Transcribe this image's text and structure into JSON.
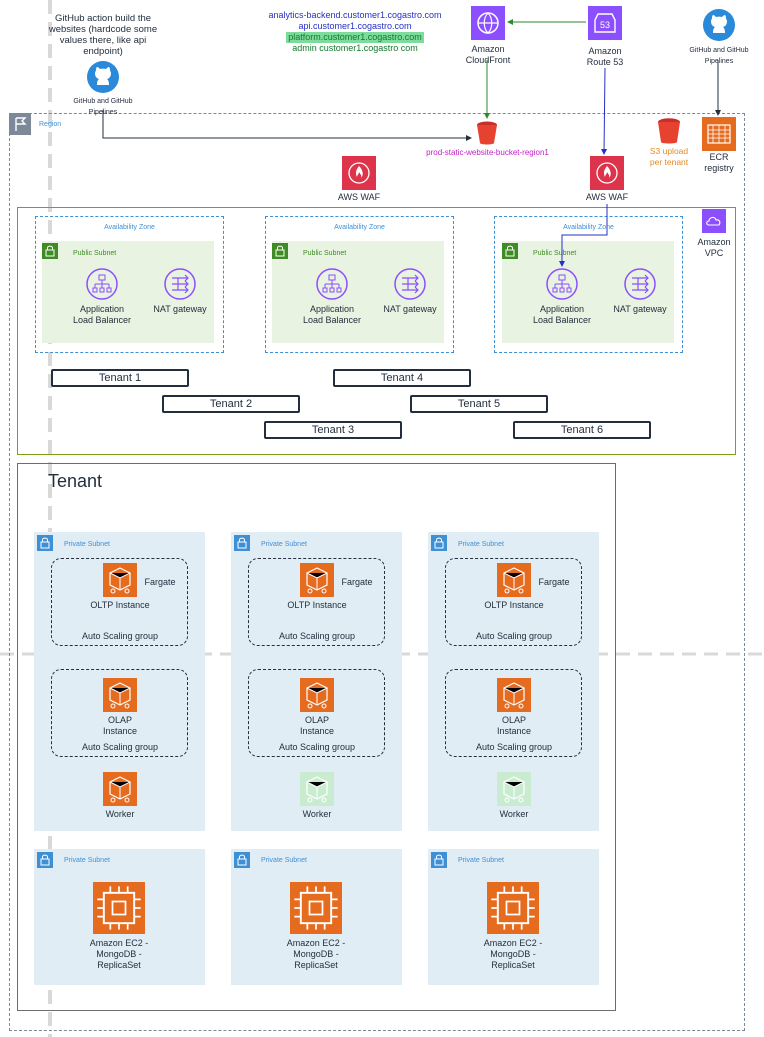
{
  "colors": {
    "region": "#7d8998",
    "vpc": "#7aa116",
    "az": "#3f8fd5",
    "subnet_public": "#e8f3e2",
    "subnet_private": "#e1edf4",
    "compute": "#e56b1f",
    "network": "#8c4fff",
    "security": "#dd344c",
    "storage": "#e7412f",
    "domain_blue": "#2530c4",
    "domain_green": "#137a2a",
    "domain_highlight": "#7ddc9c",
    "bucket_label": "#c01ec8",
    "s3_label": "#e28a2a"
  },
  "top": {
    "github_left_note": "GitHub action build the websites (hardcode some values there, like api endpoint)",
    "github_left_label": "GitHub and GitHub Pipelines",
    "github_right_label": "GitHub and GitHub Pipelines",
    "domains": [
      "analytics-backend.customer1.cogastro.com",
      "api.customer1.cogastro.com",
      "platform.customer1.cogastro.com",
      "admin customer1.cogastro com"
    ],
    "cloudfront": "Amazon CloudFront",
    "route53": "Amazon Route 53",
    "bucket": "prod-static-website-bucket-region1",
    "s3_note": "S3 upload per tenant",
    "ecr": "ECR registry",
    "waf_left": "AWS WAF",
    "waf_right": "AWS WAF"
  },
  "region_label": "Region",
  "vpc_label": "Amazon VPC",
  "az_label": "Availability Zone",
  "public_subnet_label": "Public Subnet",
  "private_subnet_label": "Private Subnet",
  "alb_label": "Application Load Balancer",
  "nat_label": "NAT gateway",
  "tenants": [
    "Tenant 1",
    "Tenant 2",
    "Tenant 3",
    "Tenant 4",
    "Tenant 5",
    "Tenant 6"
  ],
  "tenant_title": "Tenant",
  "fargate_label": "Fargate",
  "oltp_label": "OLTP Instance",
  "olap_label": "OLAP Instance",
  "asg_label": "Auto Scaling group",
  "worker_label": "Worker",
  "ec2_label": "Amazon EC2 - MongoDB - ReplicaSet"
}
